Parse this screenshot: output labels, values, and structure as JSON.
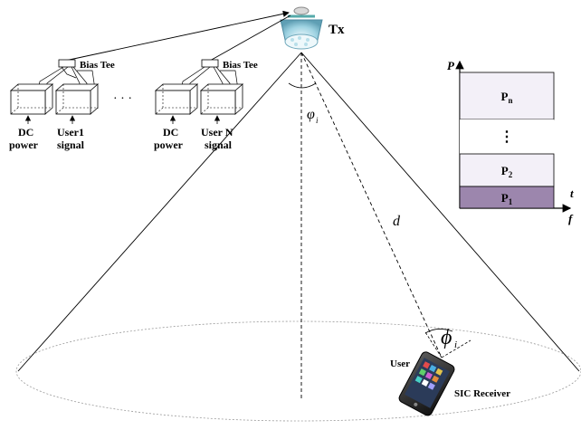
{
  "transmitter": {
    "label": "Tx"
  },
  "bias_tees": [
    {
      "label": "Bias Tee"
    },
    {
      "label": "Bias Tee"
    }
  ],
  "sources": [
    {
      "line1": "DC",
      "line2": "power"
    },
    {
      "line1": "User1",
      "line2": "signal"
    },
    {
      "line1": "DC",
      "line2": "power"
    },
    {
      "line1": "User N",
      "line2": "signal"
    }
  ],
  "ellipsis": "· · ·",
  "symbols": {
    "phi_small": "φ",
    "phi_sub": "i",
    "distance": "d",
    "phi_large": "ϕ",
    "phi_large_sub": "i"
  },
  "user": {
    "label": "User",
    "receiver": "SIC Receiver"
  },
  "power_chart": {
    "y_axis": "P",
    "x_axis_t": "t",
    "x_axis_f": "f",
    "levels": [
      {
        "label": "Pn",
        "base": "P",
        "sub": "n",
        "fill": "#f3f0f8"
      },
      {
        "label": "⋮",
        "base": "⋮",
        "sub": "",
        "fill": "#ffffff"
      },
      {
        "label": "P2",
        "base": "P",
        "sub": "2",
        "fill": "#f3f0f8"
      },
      {
        "label": "P1",
        "base": "P",
        "sub": "1",
        "fill": "#9c86ad"
      }
    ]
  },
  "colors": {
    "led_head": "#7fc3d8",
    "chart_fill": "#f3f0f8",
    "chart_base": "#9c86ad",
    "floor": "#9a9a9a"
  }
}
